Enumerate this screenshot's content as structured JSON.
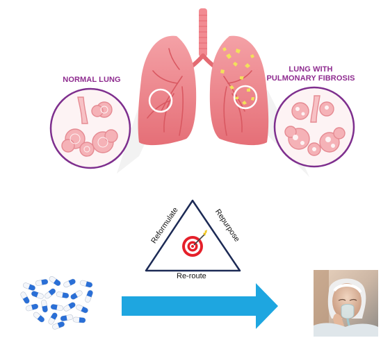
{
  "labels": {
    "normal_lung": "NORMAL LUNG",
    "fibrosis_line1": "LUNG WITH",
    "fibrosis_line2": "PULMONARY FIBROSIS"
  },
  "triangle": {
    "left": "Reformulate",
    "right": "Repurpose",
    "bottom": "Re-route"
  },
  "icons": [
    "lungs-illustration",
    "target-icon",
    "capsules-illustration",
    "arrow-right",
    "patient-with-oxygen-mask-photo"
  ],
  "colors": {
    "label_purple": "#8e2b8f",
    "lung_pink": "#f08c92",
    "arrow_blue": "#1ea6e0",
    "capsule_blue": "#2a6fd6",
    "fibrosis_yellow": "#f2e15b"
  }
}
